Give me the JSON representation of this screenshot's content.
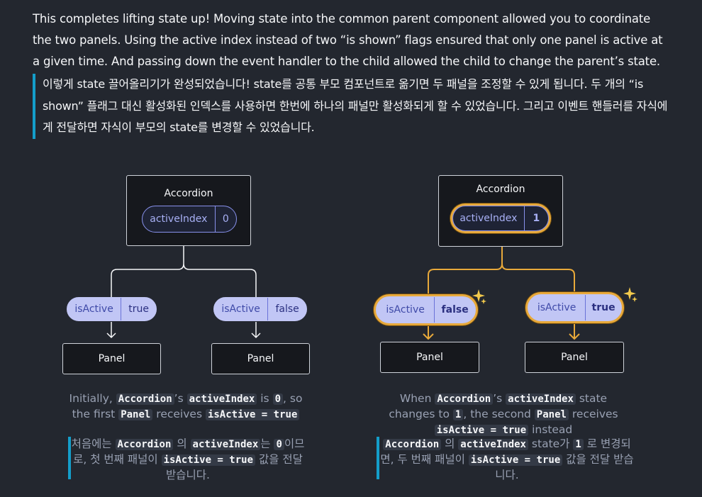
{
  "intro": {
    "en": "This completes lifting state up! Moving state into the common parent component allowed you to coordinate the two panels. Using the active index instead of two “is shown” flags ensured that only one panel is active at a given time. And passing down the event handler to the child allowed the child to change the parent’s state.",
    "ko": "이렇게 state 끌어올리기가 완성되었습니다! state를 공통 부모 컴포넌트로 옮기면 두 패널을 조정할 수 있게 됩니다. 두 개의 “is shown” 플래그 대신 활성화된 인덱스를 사용하면 한번에 하나의 패널만 활성화되게 할 수 있었습니다. 그리고 이벤트 핸들러를 자식에게 전달하면 자식이 부모의 state를 변경할 수 있었습니다."
  },
  "left": {
    "parent_label": "Accordion",
    "state_key": "activeIndex",
    "state_value": "0",
    "child1_key": "isActive",
    "child1_value": "true",
    "child2_key": "isActive",
    "child2_value": "false",
    "panel1_label": "Panel",
    "panel2_label": "Panel",
    "caption_en": {
      "p1": "Initially,",
      "c1": "Accordion",
      "p2": "’s",
      "c2": "activeIndex",
      "p3": "is",
      "c3": "0",
      "p4": ", so the first",
      "c4": "Panel",
      "p5": "receives",
      "c5": "isActive = true"
    },
    "caption_ko": {
      "p1": "처음에는",
      "c1": "Accordion",
      "p2": "의",
      "c2": "activeIndex",
      "p3": "는",
      "c3": "0",
      "p4": "이므로, 첫 번째 패널이",
      "c4": "isActive = true",
      "p5": "값을 전달 받습니다."
    }
  },
  "right": {
    "parent_label": "Accordion",
    "state_key": "activeIndex",
    "state_value": "1",
    "child1_key": "isActive",
    "child1_value": "false",
    "child2_key": "isActive",
    "child2_value": "true",
    "panel1_label": "Panel",
    "panel2_label": "Panel",
    "caption_en": {
      "p1": "When",
      "c1": "Accordion",
      "p2": "’s",
      "c2": "activeIndex",
      "p3": "state changes to",
      "c3": "1",
      "p4": ", the second",
      "c4": "Panel",
      "p5": "receives",
      "c5": "isActive = true",
      "p6": "instead"
    },
    "caption_ko": {
      "c1": "Accordion",
      "p1": "의",
      "c2": "activeIndex",
      "p2": "state가",
      "c3": "1",
      "p3": "로 변경되면, 두 번째 패널이",
      "c4": "isActive = true",
      "p4": "값을 전달 받습니다."
    }
  },
  "colors": {
    "background": "#23272f",
    "highlight": "#e8a93a",
    "pill_dark": "#1e2335",
    "pill_light": "#c1c6f5",
    "quote_bar": "#149eca"
  },
  "icons": [
    "sparkle-icon",
    "arrow-down-icon"
  ]
}
